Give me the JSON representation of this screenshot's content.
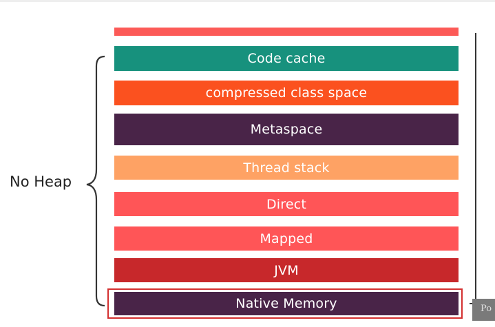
{
  "diagram": {
    "group_label": "No Heap",
    "blocks": [
      {
        "label": "",
        "color": "#fc5a57"
      },
      {
        "label": "Code cache",
        "color": "#17917d"
      },
      {
        "label": "compressed class space",
        "color": "#fb511f"
      },
      {
        "label": "Metaspace",
        "color": "#492448"
      },
      {
        "label": "Thread stack",
        "color": "#fea264"
      },
      {
        "label": "Direct",
        "color": "#ff5557"
      },
      {
        "label": "Mapped",
        "color": "#ff5557"
      },
      {
        "label": "JVM",
        "color": "#c7282b"
      },
      {
        "label": "Native Memory",
        "color": "#492448"
      }
    ],
    "highlighted_block": "Native Memory",
    "highlight_color": "#d32f2f",
    "corner_tag": "Po"
  }
}
